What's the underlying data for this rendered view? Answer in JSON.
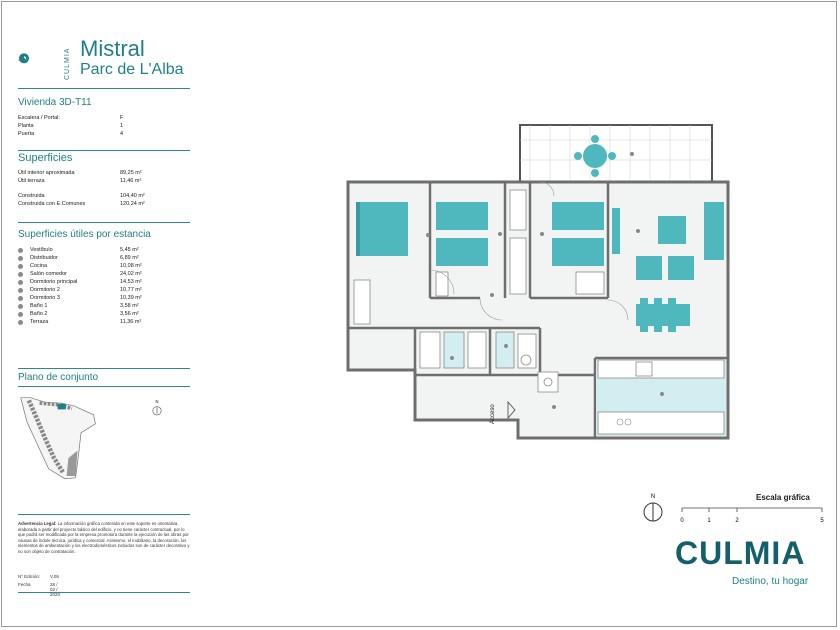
{
  "brand": {
    "vertical_name": "CULMIA",
    "title_line1": "Mistral",
    "title_line2": "Parc de L'Alba"
  },
  "vivienda": {
    "title": "Vivienda 3D-T11",
    "rows": [
      {
        "label": "Escalera / Portal:",
        "value": "F"
      },
      {
        "label": "Planta",
        "value": "1"
      },
      {
        "label": "Puerta",
        "value": "4"
      }
    ]
  },
  "superficies": {
    "title": "Superficies",
    "rows_a": [
      {
        "label": "Útil interior aproximada",
        "value": "89,25 m²"
      },
      {
        "label": "Útil terraza",
        "value": "11,46 m²"
      }
    ],
    "rows_b": [
      {
        "label": "Construida",
        "value": "104,40 m²"
      },
      {
        "label": "Construida con E.Comunes",
        "value": "120,24 m²"
      }
    ]
  },
  "estancias": {
    "title": "Superficies útiles por estancia",
    "rows": [
      {
        "label": "Vestíbulo",
        "value": "5,45 m²"
      },
      {
        "label": "Distribuidor",
        "value": "6,89 m²"
      },
      {
        "label": "Cocina",
        "value": "10,08 m²"
      },
      {
        "label": "Salón comedor",
        "value": "24,02 m²"
      },
      {
        "label": "Dormitorio principal",
        "value": "14,53 m²"
      },
      {
        "label": "Dormitorio 2",
        "value": "10,77 m²"
      },
      {
        "label": "Dormitorio 3",
        "value": "10,39 m²"
      },
      {
        "label": "Baño 1",
        "value": "3,58 m²"
      },
      {
        "label": "Baño 2",
        "value": "3,56 m²"
      },
      {
        "label": "Terraza",
        "value": "11,36 m²"
      }
    ]
  },
  "conjunto": {
    "title": "Plano de conjunto"
  },
  "legal": {
    "heading": "Advertencia Legal:",
    "text": "La información gráfica contenida en este soporte es orientativa, elaborada a partir del proyecto básico del edificio, y no tiene carácter contractual, por lo que podrá ser modificada por la empresa promotora durante la ejecución de las obras por causas de índole técnica, jurídica y comercial. Asimismo, el mobiliario, la decoración, los elementos de ambientación y los electrodomésticos incluidos son de carácter decorativo y no son objeto de contratación."
  },
  "meta": {
    "edition_label": "Nº Edición:",
    "edition_value": "V.05",
    "date_label": "Fecha",
    "date_value": "28 / 02 / 2020"
  },
  "plan": {
    "acceso_label": "Acceso"
  },
  "scale": {
    "title": "Escala gráfica",
    "ticks": [
      "0",
      "1",
      "2",
      "5"
    ]
  },
  "north_label": "N",
  "footer": {
    "company": "CULMIA",
    "tagline": "Destino, tu hogar"
  },
  "colors": {
    "accent": "#1f7f86",
    "furniture": "#4fb8bf",
    "wall": "#6e6e6e",
    "floor": "#f2f4f4"
  }
}
